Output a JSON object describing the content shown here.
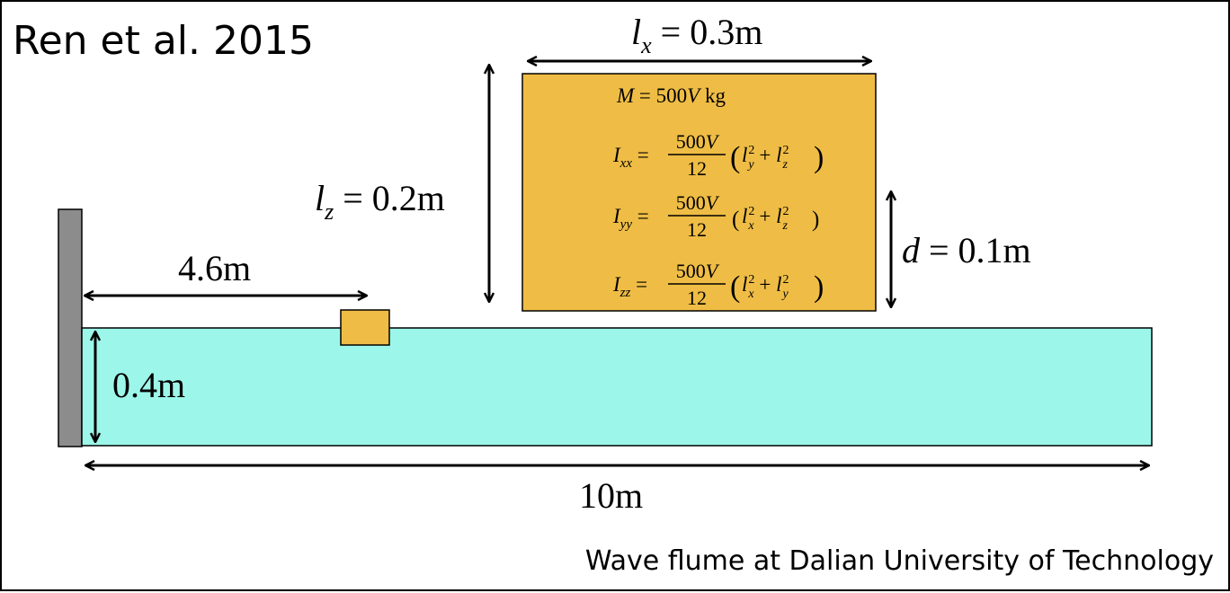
{
  "title": "Ren et al. 2015",
  "caption": "Wave flume at Dalian University of Technology",
  "colors": {
    "water": "#9cf7ea",
    "box": "#efbd45",
    "wall": "#8c8c8c",
    "stroke": "#000000"
  },
  "labels": {
    "lx": {
      "var": "l",
      "sub": "x",
      "rhs": " = 0.3m"
    },
    "lz": {
      "var": "l",
      "sub": "z",
      "rhs": " = 0.2m"
    },
    "d": {
      "var": "d",
      "rhs": " = 0.1m"
    },
    "distance": "4.6m",
    "depth": "0.4m",
    "length": "10m"
  },
  "formulas": {
    "mass": {
      "lhs": "M",
      "eq": " = ",
      "coef": "500",
      "v": "V",
      "unit": " kg"
    },
    "inertia_num": "500V",
    "inertia_den": "12",
    "ixx": {
      "var": "I",
      "sub": "xx",
      "a": "y",
      "b": "z",
      "paren": "big"
    },
    "iyy": {
      "var": "I",
      "sub": "yy",
      "a": "x",
      "b": "z",
      "paren": "small"
    },
    "izz": {
      "var": "I",
      "sub": "zz",
      "a": "x",
      "b": "y",
      "paren": "big"
    }
  }
}
